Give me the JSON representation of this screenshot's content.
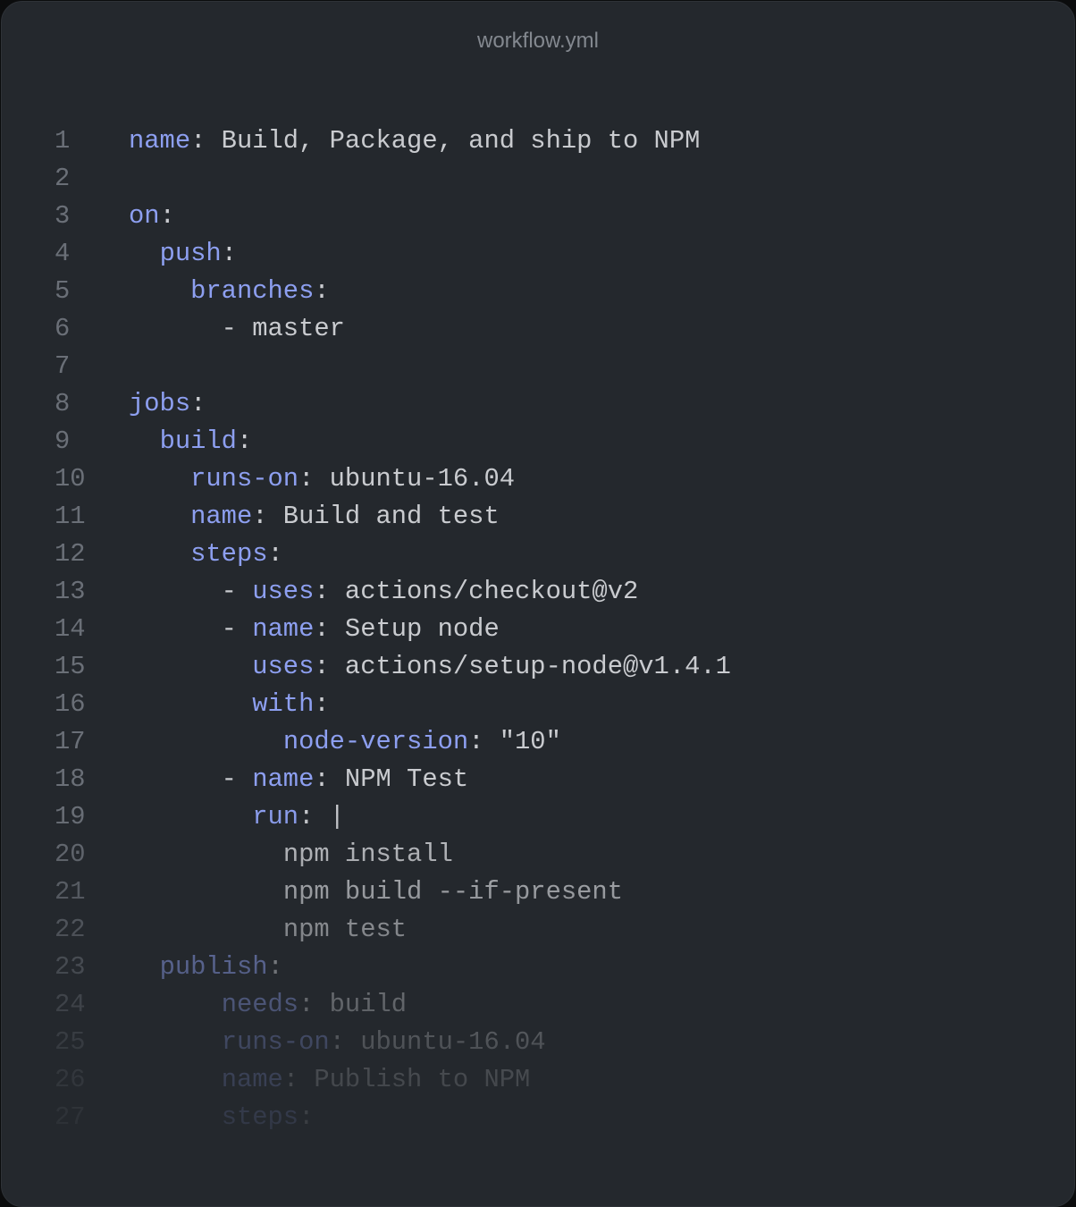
{
  "window": {
    "title": "workflow.yml"
  },
  "colors": {
    "background": "#24282d",
    "key": "#8d9ff0",
    "text": "#c9cbcf",
    "line_number": "#6a6f77"
  },
  "lines": [
    {
      "n": "1",
      "prefix": "",
      "key": "name",
      "sep": ":",
      "value": " Build, Package, and ship to NPM"
    },
    {
      "n": "2",
      "prefix": "",
      "key": "",
      "sep": "",
      "value": ""
    },
    {
      "n": "3",
      "prefix": "",
      "key": "on",
      "sep": ":",
      "value": ""
    },
    {
      "n": "4",
      "prefix": "  ",
      "key": "push",
      "sep": ":",
      "value": ""
    },
    {
      "n": "5",
      "prefix": "    ",
      "key": "branches",
      "sep": ":",
      "value": ""
    },
    {
      "n": "6",
      "prefix": "      - ",
      "key": "",
      "sep": "",
      "value": "master"
    },
    {
      "n": "7",
      "prefix": "",
      "key": "",
      "sep": "",
      "value": ""
    },
    {
      "n": "8",
      "prefix": "",
      "key": "jobs",
      "sep": ":",
      "value": ""
    },
    {
      "n": "9",
      "prefix": "  ",
      "key": "build",
      "sep": ":",
      "value": ""
    },
    {
      "n": "10",
      "prefix": "    ",
      "key": "runs-on",
      "sep": ":",
      "value": " ubuntu-16.04"
    },
    {
      "n": "11",
      "prefix": "    ",
      "key": "name",
      "sep": ":",
      "value": " Build and test"
    },
    {
      "n": "12",
      "prefix": "    ",
      "key": "steps",
      "sep": ":",
      "value": ""
    },
    {
      "n": "13",
      "prefix": "      - ",
      "key": "uses",
      "sep": ":",
      "value": " actions/checkout@v2"
    },
    {
      "n": "14",
      "prefix": "      - ",
      "key": "name",
      "sep": ":",
      "value": " Setup node"
    },
    {
      "n": "15",
      "prefix": "        ",
      "key": "uses",
      "sep": ":",
      "value": " actions/setup-node@v1.4.1"
    },
    {
      "n": "16",
      "prefix": "        ",
      "key": "with",
      "sep": ":",
      "value": ""
    },
    {
      "n": "17",
      "prefix": "          ",
      "key": "node-version",
      "sep": ":",
      "value": " \"10\""
    },
    {
      "n": "18",
      "prefix": "      - ",
      "key": "name",
      "sep": ":",
      "value": " NPM Test"
    },
    {
      "n": "19",
      "prefix": "        ",
      "key": "run",
      "sep": ":",
      "value": " |"
    },
    {
      "n": "20",
      "prefix": "          ",
      "key": "",
      "sep": "",
      "value": "npm install"
    },
    {
      "n": "21",
      "prefix": "          ",
      "key": "",
      "sep": "",
      "value": "npm build --if-present"
    },
    {
      "n": "22",
      "prefix": "          ",
      "key": "",
      "sep": "",
      "value": "npm test"
    },
    {
      "n": "23",
      "prefix": "  ",
      "key": "publish",
      "sep": ":",
      "value": ""
    },
    {
      "n": "24",
      "prefix": "      ",
      "key": "needs",
      "sep": ":",
      "value": " build"
    },
    {
      "n": "25",
      "prefix": "      ",
      "key": "runs-on",
      "sep": ":",
      "value": " ubuntu-16.04"
    },
    {
      "n": "26",
      "prefix": "      ",
      "key": "name",
      "sep": ":",
      "value": " Publish to NPM"
    },
    {
      "n": "27",
      "prefix": "      ",
      "key": "steps",
      "sep": ":",
      "value": ""
    }
  ]
}
